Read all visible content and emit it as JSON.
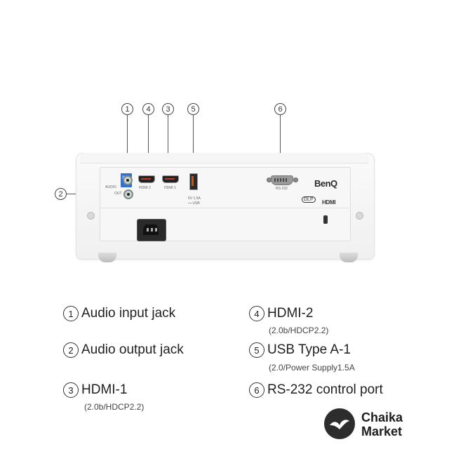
{
  "callouts": [
    "1",
    "2",
    "3",
    "4",
    "5",
    "6"
  ],
  "device": {
    "brand": "BenQ",
    "panel_labels": {
      "in": "IN",
      "audio": "AUDIO",
      "out": "OUT",
      "hdmi2": "HDMI 2",
      "hdmi1": "HDMI 1",
      "usb": "⊶ USB",
      "usb_power": "5V 1.5A",
      "rs232": "RS-232",
      "dlp": "DLP",
      "hdmi_logo": "HDMI"
    }
  },
  "legend": [
    {
      "num": "1",
      "label": "Audio input jack",
      "sub": ""
    },
    {
      "num": "2",
      "label": "Audio output jack",
      "sub": ""
    },
    {
      "num": "3",
      "label": "HDMI-1",
      "sub": "(2.0b/HDCP2.2)"
    },
    {
      "num": "4",
      "label": "HDMI-2",
      "sub": "(2.0b/HDCP2.2)"
    },
    {
      "num": "5",
      "label": "USB Type A-1",
      "sub": "(2.0/Power Supply1.5A"
    },
    {
      "num": "6",
      "label": "RS-232 control port",
      "sub": ""
    }
  ],
  "watermark": {
    "line1": "Chaika",
    "line2": "Market"
  }
}
